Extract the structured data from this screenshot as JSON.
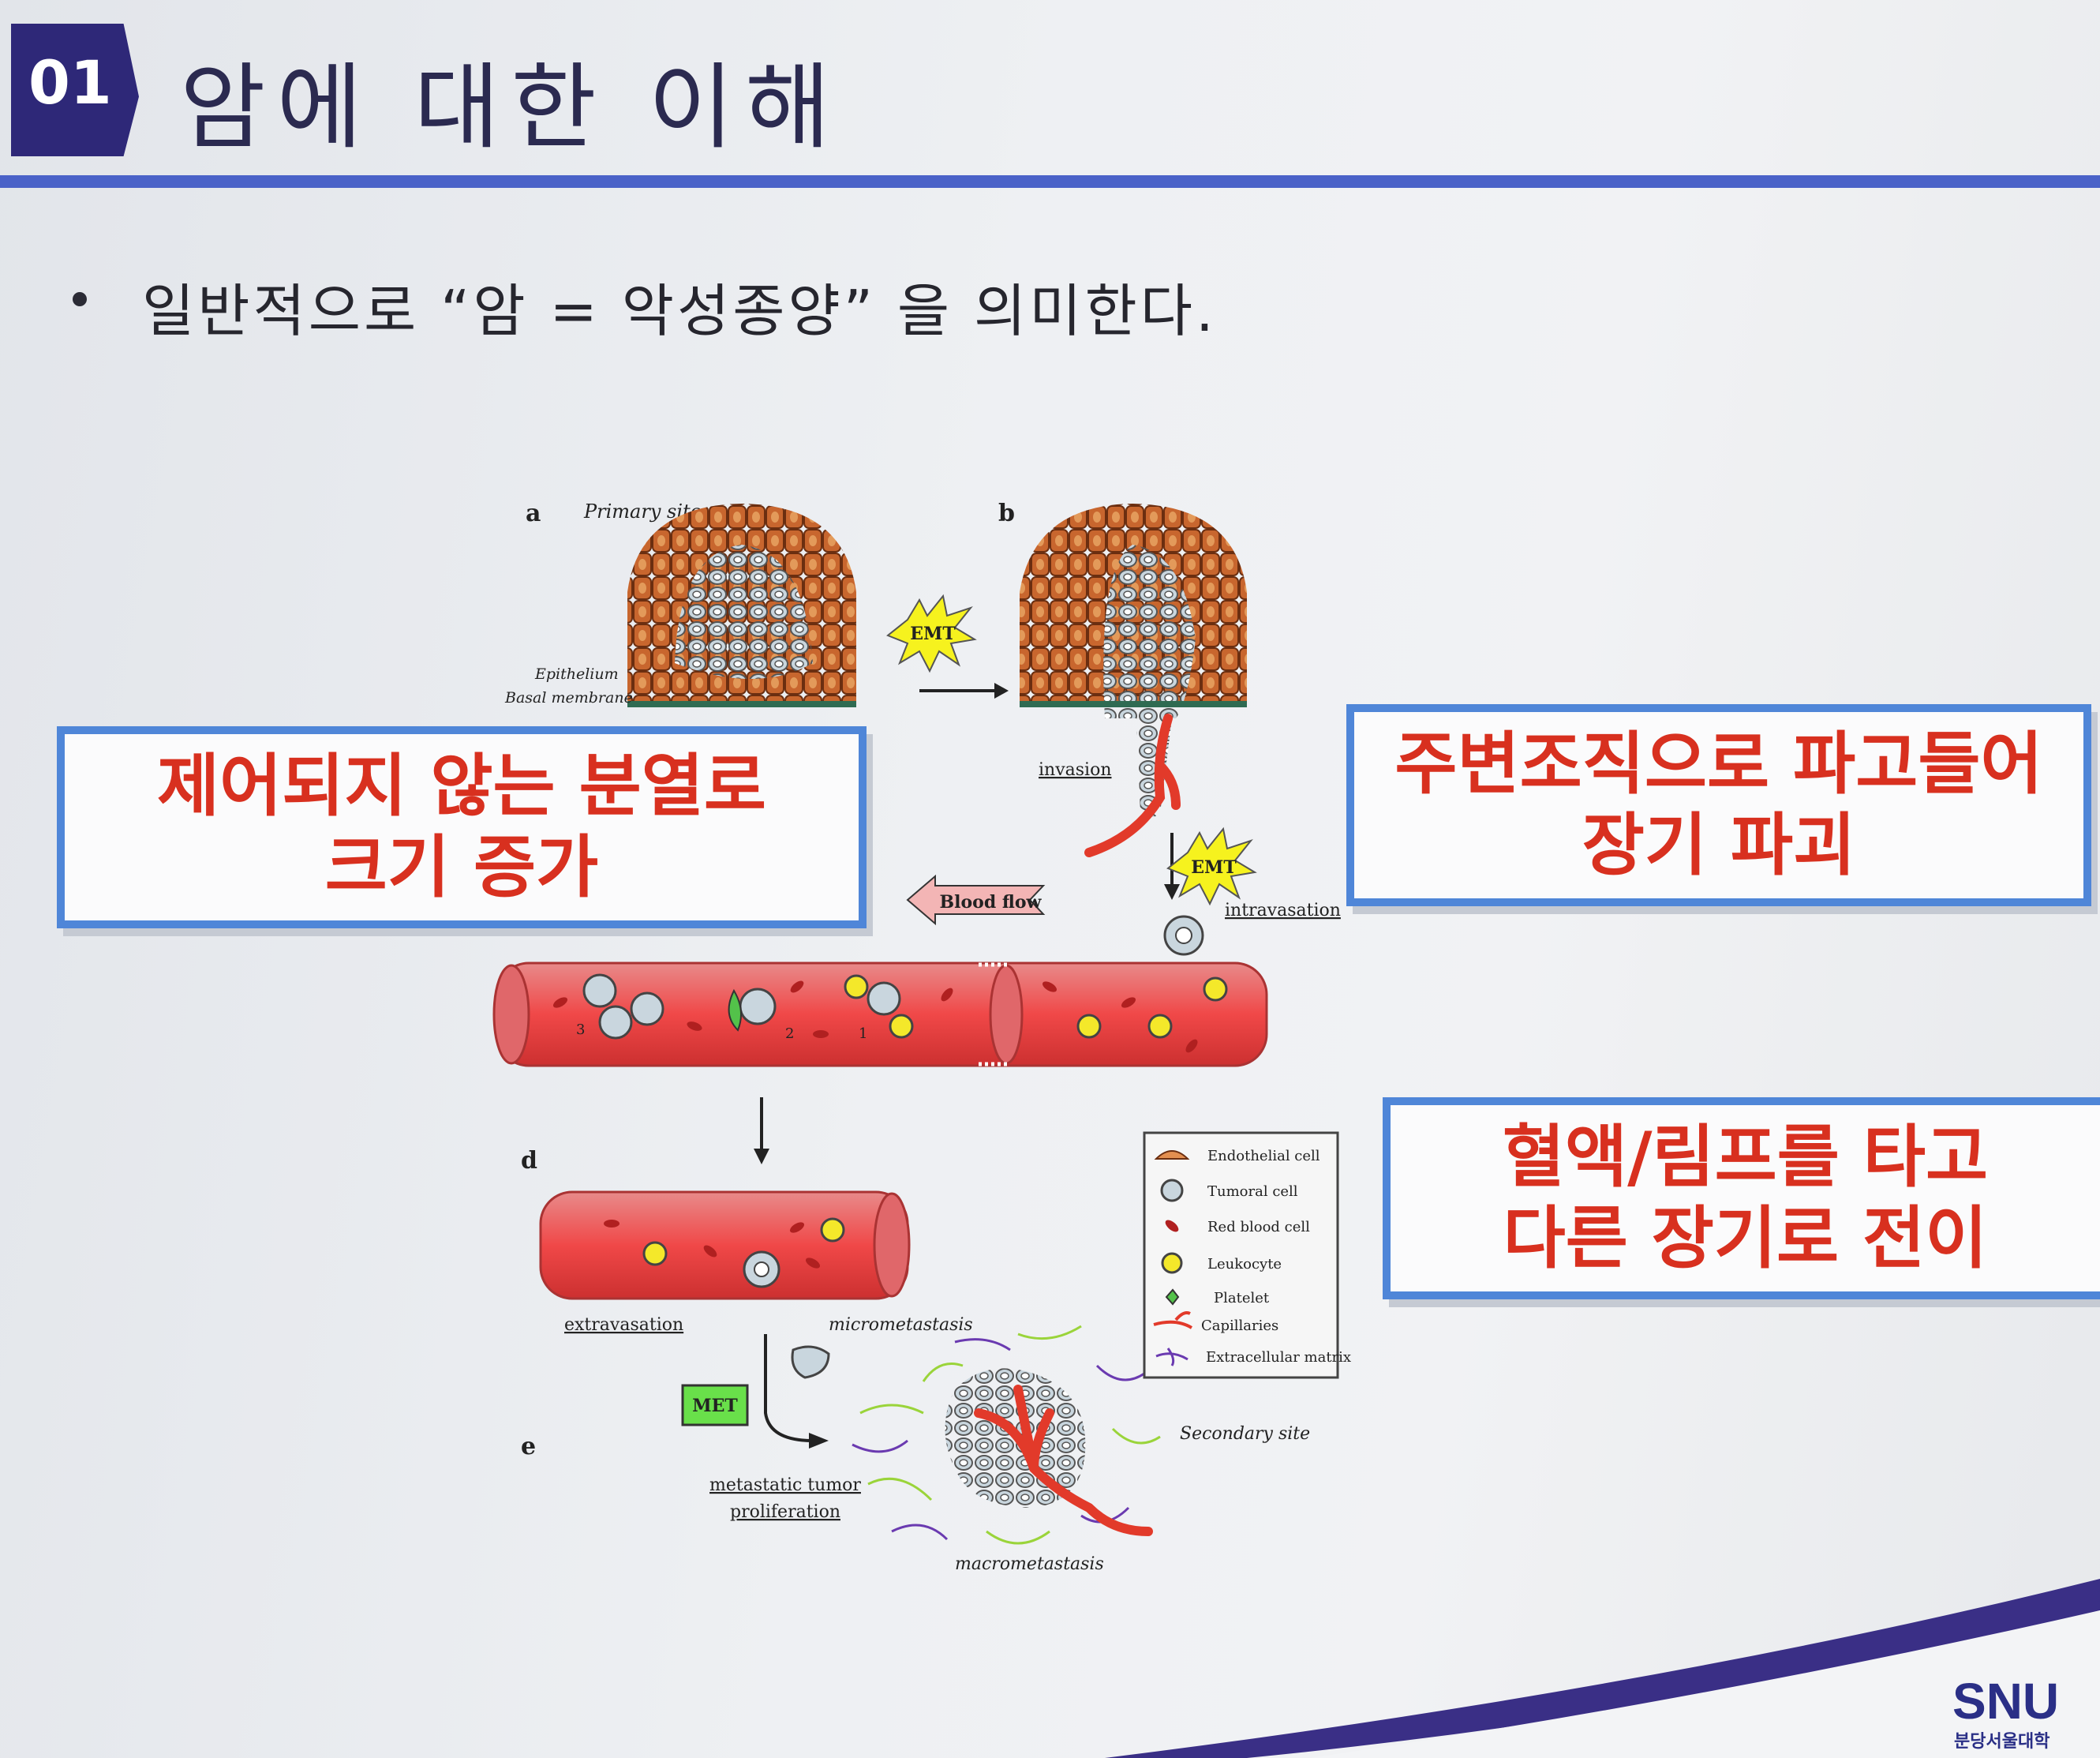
{
  "header": {
    "number": "01",
    "title": "암에 대한 이해"
  },
  "bullet": {
    "text": "일반적으로 “암 = 악성종양” 을 의미한다."
  },
  "callouts": [
    {
      "line1": "제어되지 않는 분열로",
      "line2": "크기 증가"
    },
    {
      "line1": "주변조직으로 파고들어",
      "line2": "장기 파괴"
    },
    {
      "line1": "혈액/림프를 타고",
      "line2": "다른 장기로 전이"
    }
  ],
  "figure": {
    "panel_a": "a",
    "panel_b": "b",
    "panel_d": "d",
    "panel_e": "e",
    "primary_site": "Primary site",
    "epithelium": "Epithelium",
    "basal_membrane": "Basal membrane",
    "emt": "EMT",
    "invasion": "invasion",
    "intravasation": "intravasation",
    "blood_flow": "Blood flow",
    "vessel_numbers": [
      "3",
      "2",
      "1"
    ],
    "extravasation": "extravasation",
    "micrometastasis": "micrometastasis",
    "met": "MET",
    "metastatic_1": "metastatic tumor",
    "metastatic_2": "proliferation",
    "macrometastasis": "macrometastasis",
    "secondary_site": "Secondary site",
    "legend": [
      "Endothelial cell",
      "Tumoral cell",
      "Red blood cell",
      "Leukocyte",
      "Platelet",
      "Capillaries",
      "Extracellular matrix"
    ]
  },
  "logo": {
    "name": "SNU",
    "sub": "분당서울대학"
  },
  "colors": {
    "badge": "#2e2878",
    "rule": "#4a62c8",
    "callout_border": "#4f86d8",
    "callout_text": "#d8301f"
  }
}
